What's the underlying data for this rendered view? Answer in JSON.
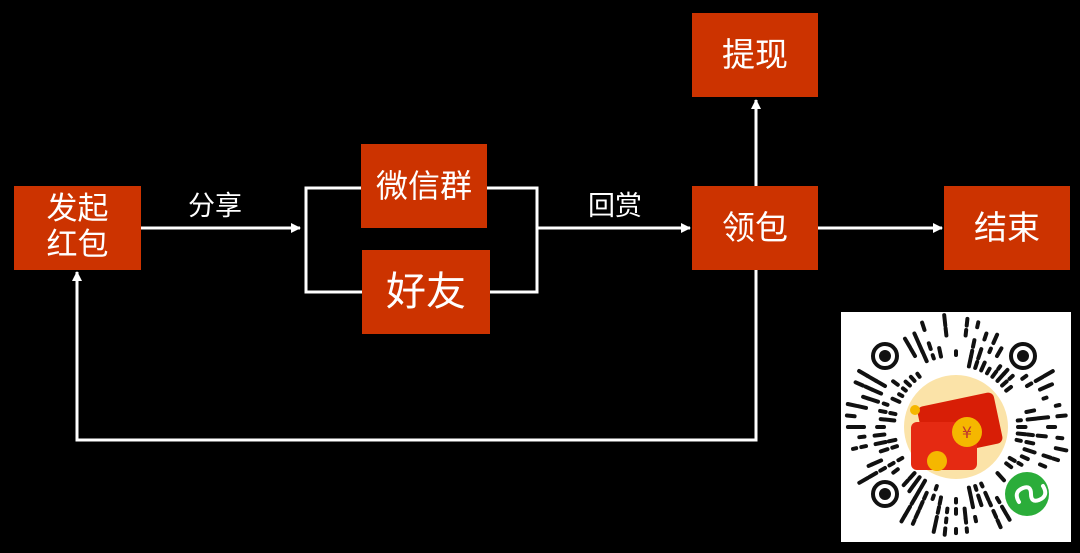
{
  "nodes": {
    "fa_qi": "发起\n红包",
    "wechat_group": "微信群",
    "friend": "好友",
    "ling_bao": "领包",
    "ti_xian": "提现",
    "jie_shu": "结束"
  },
  "edge_labels": {
    "share": "分享",
    "reward": "回赏"
  },
  "colors": {
    "node_fill": "#CC3300",
    "line": "#FFFFFF",
    "background": "#000000",
    "coin": "#F5B700",
    "packet": "#D81E06",
    "miniprogram_badge": "#2BAD3A"
  },
  "qr": {
    "icon": "mini-program-code-icon",
    "center_glyph": "¥"
  }
}
